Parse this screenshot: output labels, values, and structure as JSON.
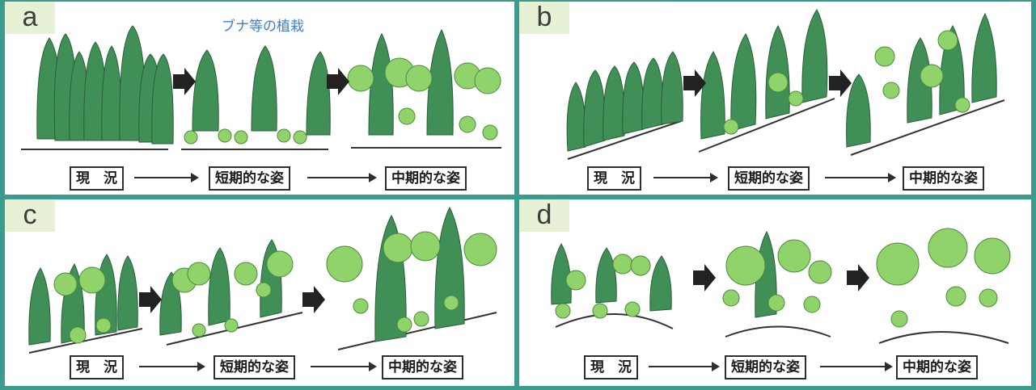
{
  "panels": [
    {
      "letter": "a",
      "note": "ブナ等の植栽",
      "labels": [
        "現　況",
        "短期的な姿",
        "中期的な姿"
      ]
    },
    {
      "letter": "b",
      "labels": [
        "現　況",
        "短期的な姿",
        "中期的な姿"
      ]
    },
    {
      "letter": "c",
      "labels": [
        "現　況",
        "短期的な姿",
        "中期的な姿"
      ]
    },
    {
      "letter": "d",
      "labels": [
        "現　況",
        "短期的な姿",
        "中期的な姿"
      ]
    }
  ],
  "colors": {
    "conifer": "#3f8f57",
    "broadleaf": "#8fd36a",
    "broadleaf_light": "#c3e98a",
    "teal_frame": "#3a9b8e"
  }
}
